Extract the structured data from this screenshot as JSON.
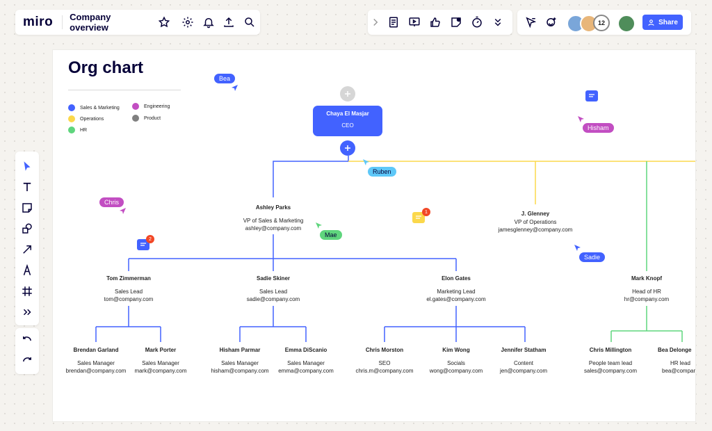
{
  "app": {
    "logo": "miro",
    "board_title": "Company overview"
  },
  "top_right": {
    "collaborator_count": "12",
    "share_label": "Share"
  },
  "colors": {
    "accent": "#4262ff",
    "sales_marketing": "#4262ff",
    "engineering": "#c24ec2",
    "operations": "#fbd84b",
    "product": "#808080",
    "hr": "#5fd57d"
  },
  "board": {
    "heading": "Org chart"
  },
  "legend": [
    {
      "label": "Sales & Marketing",
      "color": "#4262ff"
    },
    {
      "label": "Engineering",
      "color": "#c24ec2"
    },
    {
      "label": "Operations",
      "color": "#fbd84b"
    },
    {
      "label": "Product",
      "color": "#808080"
    },
    {
      "label": "HR",
      "color": "#5fd57d"
    }
  ],
  "ceo": {
    "name": "Chaya El Masjar",
    "title": "CEO"
  },
  "people": {
    "ashley": {
      "name": "Ashley Parks",
      "title": "VP of Sales & Marketing",
      "email": "ashley@company.com"
    },
    "glenney": {
      "name": "J. Glenney",
      "title": "VP of Operations",
      "email": "jamesglenney@company.com"
    },
    "tom": {
      "name": "Tom Zimmerman",
      "title": "Sales Lead",
      "email": "tom@company.com"
    },
    "sadie": {
      "name": "Sadie Skiner",
      "title": "Sales Lead",
      "email": "sadie@company.com"
    },
    "elon": {
      "name": "Elon Gates",
      "title": "Marketing Lead",
      "email": "el.gates@company.com"
    },
    "mark_k": {
      "name": "Mark Knopf",
      "title": "Head of HR",
      "email": "hr@company.com"
    },
    "brendan": {
      "name": "Brendan Garland",
      "title": "Sales Manager",
      "email": "brendan@company.com"
    },
    "mark_p": {
      "name": "Mark Porter",
      "title": "Sales Manager",
      "email": "mark@company.com"
    },
    "hisham": {
      "name": "Hisham Parmar",
      "title": "Sales Manager",
      "email": "hisham@company.com"
    },
    "emma": {
      "name": "Emma DiScanio",
      "title": "Sales Manager",
      "email": "emma@company.com"
    },
    "chris_m": {
      "name": "Chris Morston",
      "title": "SEO",
      "email": "chris.m@company.com"
    },
    "kim": {
      "name": "Kim Wong",
      "title": "Socials",
      "email": "wong@company.com"
    },
    "jennifer": {
      "name": "Jennifer Statham",
      "title": "Content",
      "email": "jen@company.com"
    },
    "chris_mi": {
      "name": "Chris Millington",
      "title": "People team lead",
      "email": "sales@company.com"
    },
    "bea_d": {
      "name": "Bea Delonge",
      "title": "HR lead",
      "email": "bea@company.com"
    }
  },
  "cursors": {
    "bea": {
      "label": "Bea",
      "color": "#4262ff"
    },
    "hisham": {
      "label": "Hisham",
      "color": "#c24ec2"
    },
    "ruben": {
      "label": "Ruben",
      "color": "#5ec8f8"
    },
    "chris": {
      "label": "Chris",
      "color": "#c24ec2"
    },
    "mae": {
      "label": "Mae",
      "color": "#5fd57d"
    },
    "sadie": {
      "label": "Sadie",
      "color": "#4262ff"
    }
  },
  "comments": {
    "a_count": "2",
    "b_count": "1"
  }
}
